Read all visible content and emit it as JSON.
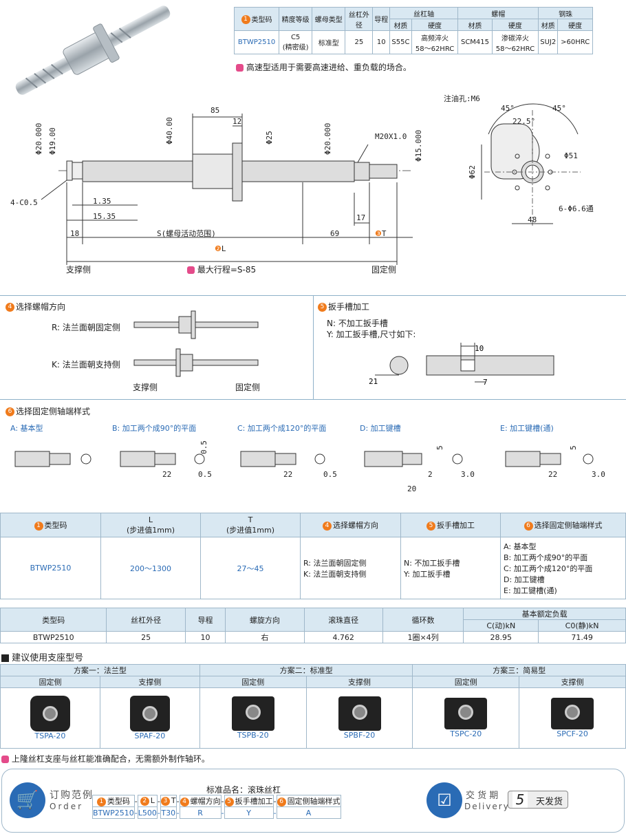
{
  "spec_table": {
    "headers": [
      "类型码",
      "精度等级",
      "螺母类型",
      "丝杠外径",
      "导程",
      "丝杠轴",
      "螺帽",
      "钢珠"
    ],
    "sub_headers": [
      "材质",
      "硬度",
      "材质",
      "硬度",
      "材质",
      "硬度"
    ],
    "row": [
      "BTWP2510",
      "C5\n(精密级)",
      "标准型",
      "25",
      "10",
      "S55C",
      "高频淬火\n58～62HRC",
      "SCM415",
      "渗碳淬火\n58～62HRC",
      "SUJ2",
      ">60HRC"
    ],
    "num1": "1"
  },
  "note_top": "高速型适用于需要高速进给、重负载的场合。",
  "drawing": {
    "dims": [
      "85",
      "12",
      "Φ25",
      "Φ20.000",
      "Φ19.00",
      "Φ40.00",
      "Φ20.000",
      "Φ15.000",
      "M20X1.0",
      "4-C0.5",
      "1.35",
      "15.35",
      "18",
      "S(螺母活动范围)",
      "69",
      "17",
      "L",
      "T"
    ],
    "support_side": "支撑侧",
    "fixed_side": "固定侧",
    "max_stroke": "最大行程=S-85",
    "oil_hole": "注油孔:M6",
    "front": [
      "45°",
      "45°",
      "22.5°",
      "Φ51",
      "Φ62",
      "48",
      "6-Φ6.6通"
    ]
  },
  "sec4": {
    "title": "选择螺帽方向",
    "r": "R: 法兰面朝固定侧",
    "k": "K: 法兰面朝支持侧",
    "support": "支撑侧",
    "fixed": "固定侧"
  },
  "sec5": {
    "title": "扳手槽加工",
    "n": "N: 不加工扳手槽",
    "y": "Y: 加工扳手槽,尺寸如下:",
    "d10": "10",
    "d7": "7",
    "d21": "21"
  },
  "sec6": {
    "title": "选择固定侧轴端样式",
    "items": [
      "A: 基本型",
      "B: 加工两个成90°的平面",
      "C: 加工两个成120°的平面",
      "D: 加工键槽",
      "E: 加工键槽(通)"
    ],
    "dims": [
      "0.5",
      "22",
      "0.5",
      "22",
      "0.5",
      "2",
      "20",
      "3.0",
      "5",
      "22",
      "3.0",
      "5"
    ]
  },
  "order_table": {
    "headers": [
      "类型码",
      "L\n(步进值1mm)",
      "T\n(步进值1mm)",
      "选择螺帽方向",
      "扳手槽加工",
      "选择固定侧轴端样式"
    ],
    "row": [
      "BTWP2510",
      "200～1300",
      "27～45",
      "R: 法兰面朝固定侧\nK: 法兰面朝支持侧",
      "N: 不加工扳手槽\nY: 加工扳手槽",
      "A: 基本型\nB: 加工两个成90°的平面\nC: 加工两个成120°的平面\nD: 加工键槽\nE: 加工键槽(通)"
    ]
  },
  "load_table": {
    "headers": [
      "类型码",
      "丝杠外径",
      "导程",
      "螺旋方向",
      "滚珠直径",
      "循环数",
      "基本额定负载"
    ],
    "sub": [
      "C(动)kN",
      "C0(静)kN"
    ],
    "row": [
      "BTWP2510",
      "25",
      "10",
      "右",
      "4.762",
      "1圈×4列",
      "28.95",
      "71.49"
    ]
  },
  "support": {
    "title": "建议使用支座型号",
    "plans": [
      "方案一：法兰型",
      "方案二：标准型",
      "方案三：简易型"
    ],
    "cols": [
      "固定侧",
      "支撑侧",
      "固定侧",
      "支撑侧",
      "固定侧",
      "支撑侧"
    ],
    "models": [
      "TSPA-20",
      "SPAF-20",
      "TSPB-20",
      "SPBF-20",
      "TSPC-20",
      "SPCF-20"
    ],
    "note": "上隆丝杠支座与丝杠能准确配合，无需额外制作轴环。"
  },
  "order_example": {
    "label": "订购范例",
    "label_en": "Order",
    "std_name": "标准品名：滚珠丝杠",
    "cols": [
      "类型码",
      "L",
      "T",
      "螺帽方向",
      "扳手槽加工",
      "固定侧轴端样式"
    ],
    "vals": [
      "BTWP2510",
      "L500",
      "T30",
      "R",
      "Y",
      "A"
    ],
    "delivery": "交 货 期",
    "delivery_en": "Delivery",
    "days": "5",
    "days_label": "天发货"
  }
}
